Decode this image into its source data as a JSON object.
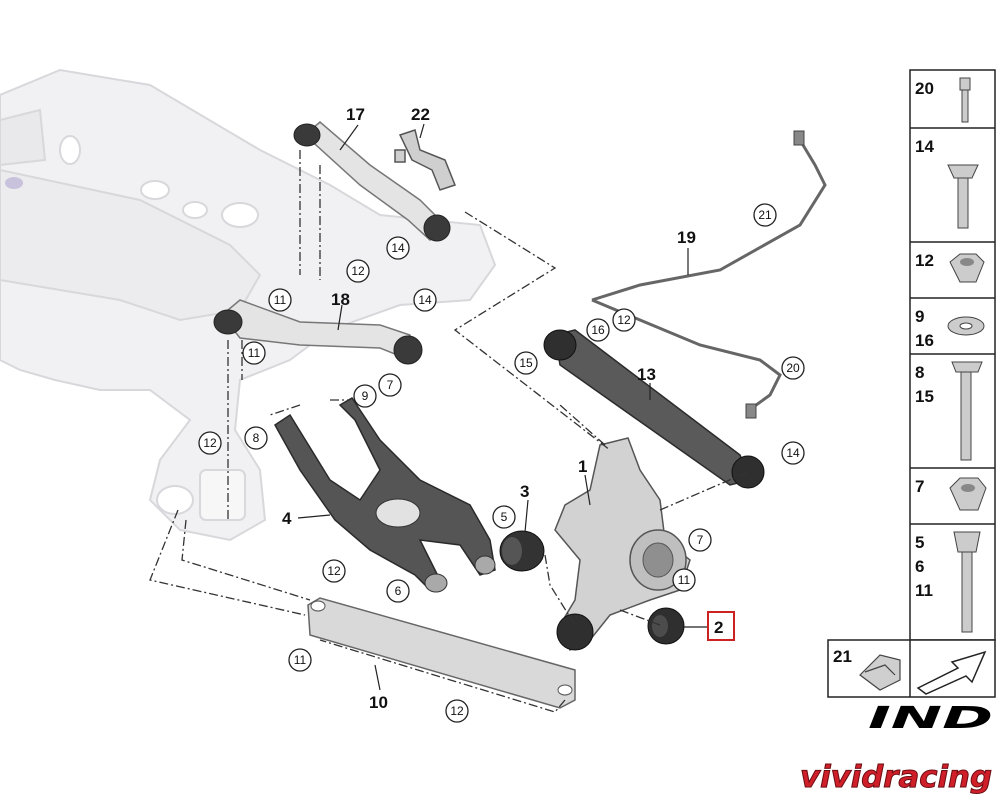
{
  "bare_labels": [
    "17",
    "22",
    "19",
    "18",
    "13",
    "1",
    "3",
    "4",
    "10"
  ],
  "highlighted_label": "2",
  "circled_labels": [
    "14",
    "12",
    "11",
    "14",
    "11",
    "9",
    "7",
    "12",
    "8",
    "21",
    "16",
    "12",
    "15",
    "20",
    "14",
    "5",
    "7",
    "6",
    "11",
    "12",
    "11",
    "12"
  ],
  "hardware_legend": [
    {
      "lines": [
        "20"
      ]
    },
    {
      "lines": [
        "14"
      ]
    },
    {
      "lines": [
        "12"
      ]
    },
    {
      "lines": [
        "9",
        "16"
      ]
    },
    {
      "lines": [
        "8",
        "15"
      ]
    },
    {
      "lines": [
        "7"
      ]
    },
    {
      "lines": [
        "5",
        "6",
        "11"
      ]
    }
  ],
  "bottom_legend_label": "21",
  "logos": {
    "ind": "IND",
    "vivid": "vividracing"
  },
  "colors": {
    "highlight": "#cc2222",
    "part_light": "#e6e6e6",
    "part_dark": "#4d4d4d",
    "logo_red": "#d11f2a"
  }
}
